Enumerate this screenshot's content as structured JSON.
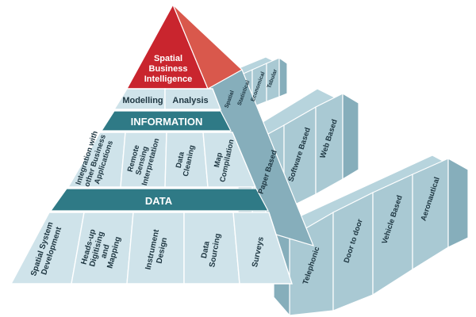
{
  "colors": {
    "apex": "#c9252e",
    "band": "#2f7a86",
    "face_light": "#cfe3ea",
    "face_mid": "#a9c9d3",
    "face_dark": "#86aebb",
    "outline": "#ffffff",
    "text": "#1d3540"
  },
  "pyramid": {
    "apex_label": [
      "Spatial",
      "Business",
      "Intelligence"
    ],
    "top_row": [
      "Modelling",
      "Analysis"
    ],
    "band_information": "INFORMATION",
    "band_data": "DATA",
    "info_row": [
      [
        "Integration with",
        "other Business",
        "Applications"
      ],
      [
        "Remote",
        "Sensing",
        "Interpretation"
      ],
      [
        "Data",
        "Cleaning"
      ],
      [
        "Map",
        "Compilation"
      ]
    ],
    "data_row": [
      [
        "Spatial System",
        "Development"
      ],
      [
        "Heads-up",
        "Digitising",
        "and",
        "Mapping"
      ],
      [
        "Instrument",
        "Design"
      ],
      [
        "Data",
        "Sourcing"
      ],
      [
        "Surveys"
      ]
    ]
  },
  "side_blocks": {
    "top_tier": [
      "Spatial",
      "Statistical",
      "Economical",
      "Tabular"
    ],
    "middle_tier": [
      "Paper Based",
      "Software Based",
      "Web Based"
    ],
    "bottom_tier": [
      "Telephonic",
      "Door to door",
      "Vehicle Based",
      "Aeronautical"
    ]
  }
}
